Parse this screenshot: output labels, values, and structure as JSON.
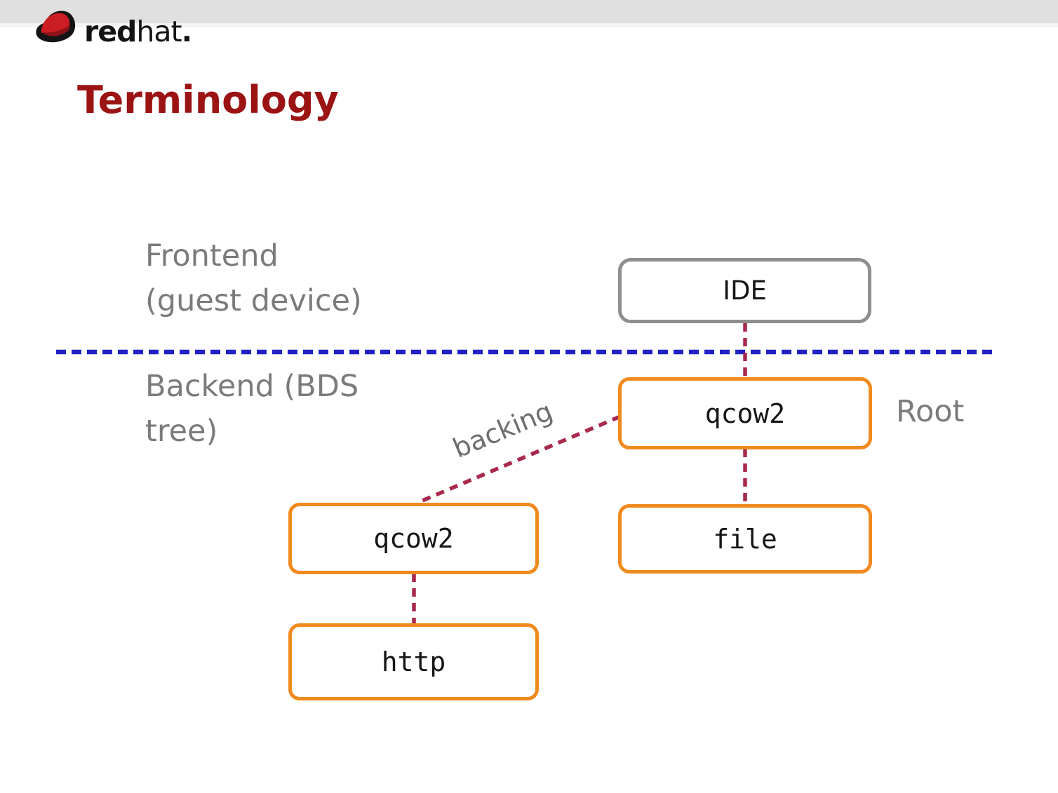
{
  "header": {
    "logo": {
      "red": "red",
      "hat": "hat",
      "period": "."
    }
  },
  "title": "Terminology",
  "diagram": {
    "frontend_label": {
      "line1": "Frontend",
      "line2": "(guest device)"
    },
    "backend_label": {
      "line1": "Backend (BDS",
      "line2": "tree)"
    },
    "nodes": [
      {
        "id": "ide",
        "label": "IDE",
        "tier": "frontend",
        "border_color": "#8f8f8f"
      },
      {
        "id": "qcow2-root",
        "label": "qcow2",
        "tier": "backend",
        "border_color": "#f08a1e"
      },
      {
        "id": "file",
        "label": "file",
        "tier": "backend",
        "border_color": "#f08a1e"
      },
      {
        "id": "qcow2-backing",
        "label": "qcow2",
        "tier": "backend",
        "border_color": "#f08a1e"
      },
      {
        "id": "http",
        "label": "http",
        "tier": "backend",
        "border_color": "#f08a1e"
      }
    ],
    "root_label": "Root",
    "backing_edge_label": "backing"
  },
  "colors": {
    "top_bar": "#e0e0e0",
    "title_red": "#9b1313",
    "label_gray": "#7b7b7b",
    "separator_blue": "#2121c4",
    "edge_maroon": "#a8294c",
    "node_orange": "#f08a1e",
    "node_gray": "#8f8f8f",
    "logo_red": "#cc1c24"
  }
}
